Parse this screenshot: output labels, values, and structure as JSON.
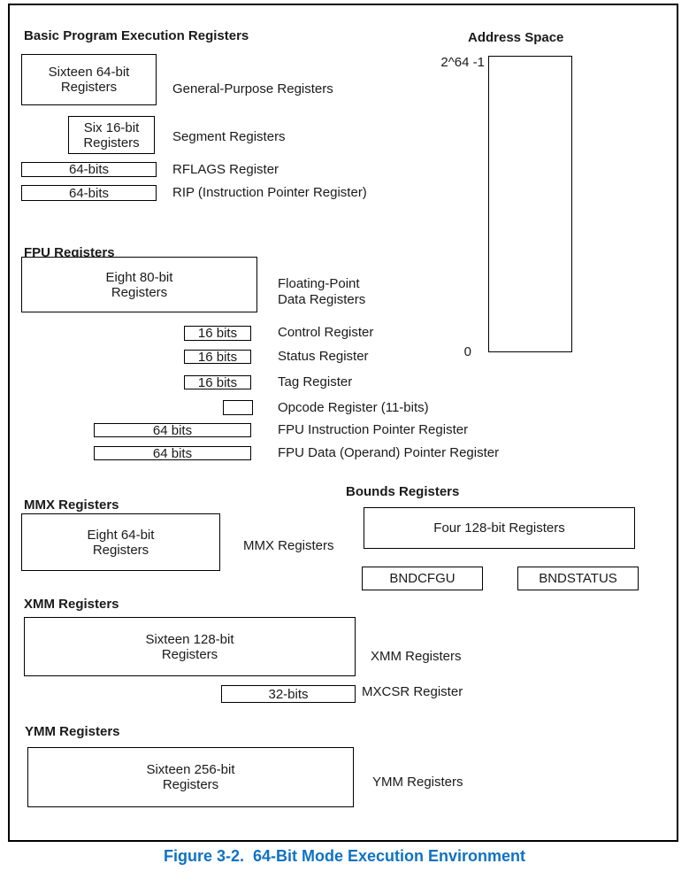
{
  "figure": {
    "caption": "Figure 3-2.  64-Bit Mode Execution Environment",
    "caption_color": "#0f72c4",
    "border_color": "#000000"
  },
  "headings": {
    "basic": "Basic Program Execution Registers",
    "address_space": "Address Space",
    "fpu": "FPU Registers",
    "mmx": "MMX Registers",
    "bounds": "Bounds Registers",
    "xmm": "XMM Registers",
    "ymm": "YMM Registers"
  },
  "address_space": {
    "top_label": "2^64 -1",
    "bottom_label": "0"
  },
  "basic": {
    "box_gpr": "Sixteen 64-bit\nRegisters",
    "label_gpr": "General-Purpose Registers",
    "box_seg": "Six 16-bit\nRegisters",
    "label_seg": "Segment Registers",
    "box_rflags": "64-bits",
    "label_rflags": "RFLAGS Register",
    "box_rip": "64-bits",
    "label_rip": "RIP (Instruction Pointer Register)"
  },
  "fpu": {
    "box_data": "Eight 80-bit\nRegisters",
    "label_data": "Floating-Point\nData Registers",
    "box_control": "16 bits",
    "label_control": "Control Register",
    "box_status": "16 bits",
    "label_status": "Status Register",
    "box_tag": "16 bits",
    "label_tag": "Tag Register",
    "label_opcode": "Opcode Register (11-bits)",
    "box_fip": "64 bits",
    "label_fip": "FPU Instruction Pointer Register",
    "box_fdp": "64 bits",
    "label_fdp": "FPU Data (Operand) Pointer Register"
  },
  "mmx": {
    "box": "Eight 64-bit\nRegisters",
    "label": "MMX Registers"
  },
  "bounds": {
    "box_main": "Four 128-bit Registers",
    "box_bndcfgu": "BNDCFGU",
    "box_bndstatus": "BNDSTATUS"
  },
  "xmm": {
    "box": "Sixteen 128-bit\nRegisters",
    "label": "XMM Registers",
    "box_mxcsr": "32-bits",
    "label_mxcsr": "MXCSR Register"
  },
  "ymm": {
    "box": "Sixteen 256-bit\nRegisters",
    "label": "YMM Registers"
  }
}
